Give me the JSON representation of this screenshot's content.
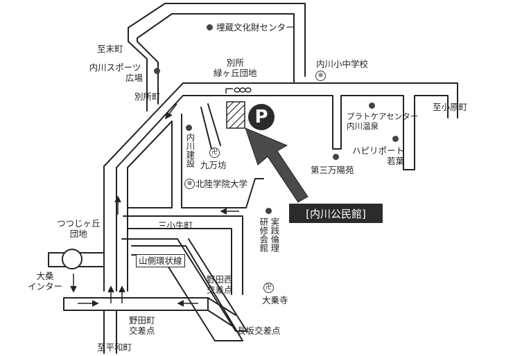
{
  "labels": {
    "suemachi": "至末町",
    "maizo": "埋蔵文化財センター",
    "uchikawa_sports_1": "内川スポーツ",
    "uchikawa_sports_2": "広場",
    "besshomachi": "別所町",
    "bessho_1": "別所",
    "bessho_2": "緑ヶ丘団地",
    "uchikawa_school": "内川小中学校",
    "kohara": "至小原町",
    "plata_1": "プラトケアセンター",
    "plata_2": "内川温泉",
    "happy_1": "ハピリポート",
    "happy_2": "若葉",
    "daisan": "第三万陽苑",
    "uchikawa_kensetsu": "内川建設",
    "kumanbo": "九万坊",
    "hokuriku_univ": "北陸学院大学",
    "kenkyu_1": "研修会館",
    "kenkyu_2": "実践倫理",
    "tsutsuji_1": "つつじヶ丘",
    "tsutsuji_2": "団地",
    "sankogimachi": "三小牛町",
    "yamagawa_loop": "山側環状線",
    "daisou_1": "大桑",
    "daisou_2": "インター",
    "nodanishi_1": "野田西",
    "nodanishi_2": "交差点",
    "daijoji": "大乗寺",
    "nodamachi_1": "野田町",
    "nodamachi_2": "交差点",
    "nagasaka": "長坂交差点",
    "hiraomachi": "至平和町",
    "destination": "[内川公民館]",
    "parking": "P"
  },
  "symbols": {
    "school": "⊗",
    "temple": "卍"
  }
}
